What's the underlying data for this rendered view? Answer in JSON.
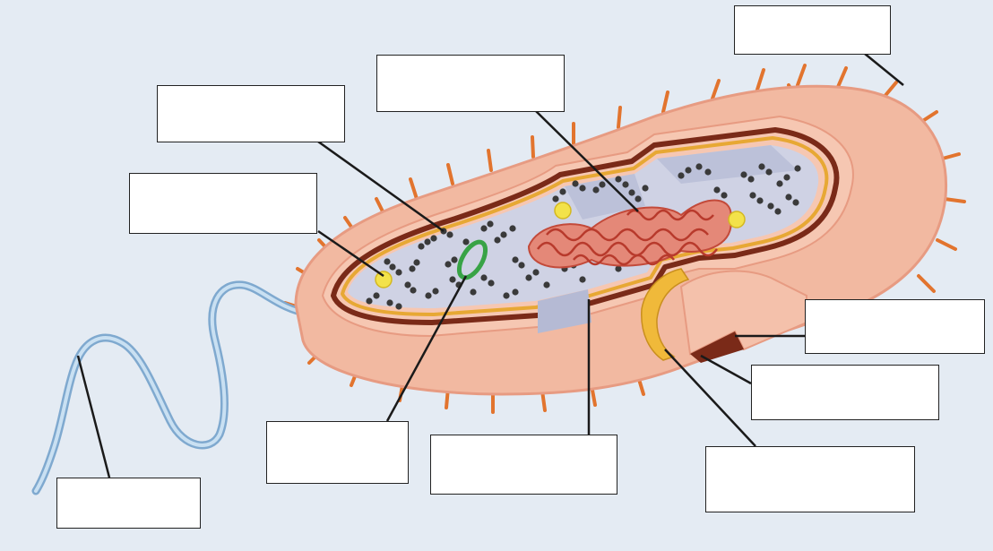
{
  "diagram": {
    "subject": "prokaryotic-cell",
    "colors": {
      "background": "#e4ebf3",
      "capsule": "#f2b9a1",
      "capsule_shade": "#e79b82",
      "cell_wall": "#7a2a18",
      "membrane": "#e7a834",
      "cytoplasm": "#cfd2e4",
      "nucleoid": "#d9614f",
      "ribosome": "#3a3a3a",
      "plasmid": "#38a346",
      "granule": "#f3e24a",
      "pili": "#e2742e",
      "flagellum": "#9ec4e2"
    },
    "labels": [
      {
        "id": "label-top-right",
        "text": ""
      },
      {
        "id": "label-top-center",
        "text": ""
      },
      {
        "id": "label-upper-left",
        "text": ""
      },
      {
        "id": "label-middle-left",
        "text": ""
      },
      {
        "id": "label-right-upper",
        "text": ""
      },
      {
        "id": "label-right-middle",
        "text": ""
      },
      {
        "id": "label-bottom-right",
        "text": ""
      },
      {
        "id": "label-bottom-center",
        "text": ""
      },
      {
        "id": "label-bottom-center-left",
        "text": ""
      },
      {
        "id": "label-bottom-left",
        "text": ""
      }
    ]
  }
}
